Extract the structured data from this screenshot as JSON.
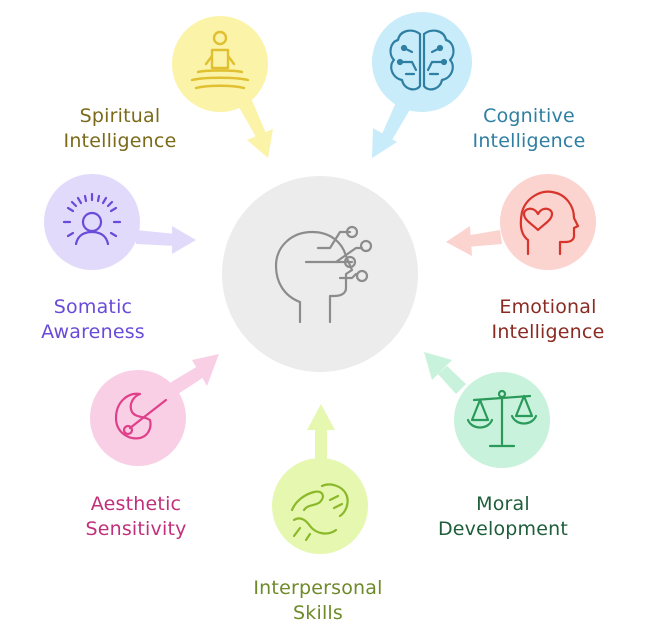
{
  "center": {
    "icon": "head-network-icon"
  },
  "nodes": [
    {
      "id": "spiritual",
      "lines": [
        "Spiritual",
        "Intelligence"
      ],
      "color": "#7a6a1a",
      "fill": "#fbf3a8",
      "icon": "meditation-icon"
    },
    {
      "id": "cognitive",
      "lines": [
        "Cognitive",
        "Intelligence"
      ],
      "color": "#2f7fa3",
      "fill": "#c8ecfa",
      "icon": "brain-circuit-icon"
    },
    {
      "id": "emotional",
      "lines": [
        "Emotional",
        "Intelligence"
      ],
      "color": "#8a2b22",
      "fill": "#fbd3cf",
      "icon": "head-heart-icon"
    },
    {
      "id": "moral",
      "lines": [
        "Moral",
        "Development"
      ],
      "color": "#1f5e3a",
      "fill": "#c8f2dc",
      "icon": "scales-icon"
    },
    {
      "id": "interpersonal",
      "lines": [
        "Interpersonal",
        "Skills"
      ],
      "color": "#6e8a2a",
      "fill": "#e6f7b0",
      "icon": "handshake-icon"
    },
    {
      "id": "aesthetic",
      "lines": [
        "Aesthetic",
        "Sensitivity"
      ],
      "color": "#c0307a",
      "fill": "#f9cfe6",
      "icon": "palette-icon"
    },
    {
      "id": "somatic",
      "lines": [
        "Somatic",
        "Awareness"
      ],
      "color": "#6a4ad8",
      "fill": "#e2dafb",
      "icon": "person-aura-icon"
    }
  ]
}
